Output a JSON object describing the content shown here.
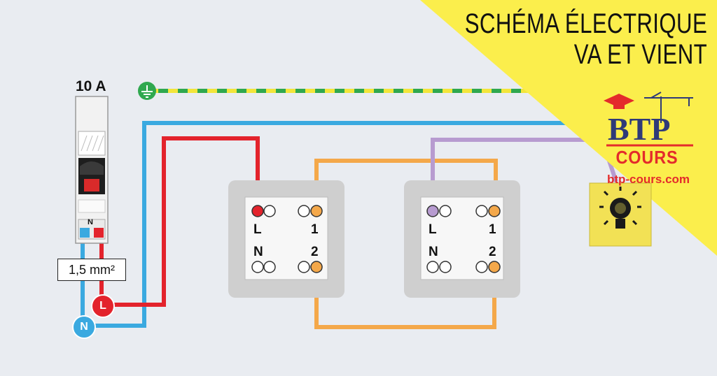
{
  "title": {
    "line1": "SCHÉMA ÉLECTRIQUE",
    "line2": "VA ET VIENT"
  },
  "logo": {
    "brand": "BTP",
    "sub": "COURS",
    "url": "btp-cours.com"
  },
  "breaker": {
    "rating": "10 A",
    "terminal_n": "N"
  },
  "wire_section": "1,5 mm²",
  "bubbles": {
    "phase": "L",
    "neutral": "N"
  },
  "switch1": {
    "l": "L",
    "n": "N",
    "t1": "1",
    "t2": "2"
  },
  "switch2": {
    "l": "L",
    "n": "N",
    "t1": "1",
    "t2": "2"
  },
  "colors": {
    "earth_green": "#2fa84f",
    "earth_yellow": "#f3e53b",
    "neutral_blue": "#3aa9e0",
    "phase_red": "#e3232c",
    "traveller_orange": "#f4a84a",
    "return_purple": "#b79bd0",
    "banner_yellow": "#fbee4c",
    "lamp_box": "#f2e155"
  },
  "icons": [
    "earth-icon",
    "lamp-icon",
    "graduation-cap-icon",
    "crane-icon"
  ]
}
